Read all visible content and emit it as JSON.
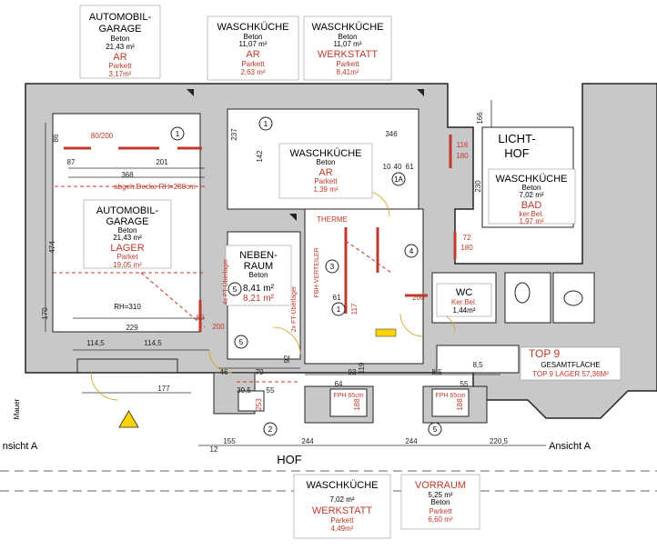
{
  "labels": {
    "auto_top": {
      "t1": "AUTOMOBIL-",
      "t2": "GARAGE",
      "m1": "Beton",
      "m2": "21,43 m²",
      "r1": "AR",
      "r2": "Parkett",
      "r3": "3,17m²"
    },
    "wk1": {
      "t1": "WASCHKÜCHE",
      "m1": "Beton",
      "m2": "11,07 m²",
      "r1": "AR",
      "r2": "Parkett",
      "r3": "2,63 m²"
    },
    "wk2": {
      "t1": "WASCHKÜCHE",
      "m1": "Beton",
      "m2": "11,07 m²",
      "r1": "WERKSTATT",
      "r2": "Parkett",
      "r3": "8,41m²"
    },
    "wk_inner": {
      "t1": "WASCHKÜCHE",
      "m1": "Beton",
      "r1": "AR",
      "r2": "Parkett",
      "r3": "1,39 m²"
    },
    "licht": {
      "t1": "LICHT-",
      "t2": "HOF"
    },
    "wk_right": {
      "t1": "WASCHKÜCHE",
      "m1": "Beton",
      "m2": "7,02 m²",
      "r1": "BAD",
      "r2": "ker.Bel.",
      "r3": "1,97 m²"
    },
    "auto_mid": {
      "t1": "AUTOMOBIL-",
      "t2": "GARAGE",
      "m1": "Beton",
      "m2": "21,43 m²",
      "r1": "LAGER",
      "r2": "Parket",
      "r3": "19,05 m²"
    },
    "neben": {
      "t1": "NEBEN-",
      "t2": "RAUM",
      "m1": "Beton",
      "r1": "8,41 m²",
      "r2": "8,21 m²"
    },
    "wc": {
      "t1": "WC",
      "m1": "Ker.Bel.",
      "m2": "1,44m²"
    },
    "top9": {
      "t1": "TOP 9",
      "m1": "GESAMTFLÄCHE",
      "r1": "TOP 9  LAGER 57,36M²"
    },
    "hof": "HOF",
    "wk_bottom": {
      "t1": "WASCHKÜCHE",
      "m1": "7,02 m²",
      "r1": "WERKSTATT",
      "r2": "Parkett",
      "r3": "4,49m²"
    },
    "vorraum": {
      "t1": "VORRAUM",
      "m1": "5,25 m²",
      "m2": "Beton",
      "r1": "Parkett",
      "r2": "6,60 m²"
    },
    "ansicht_left": "nsicht A",
    "ansicht_right": "Ansicht A",
    "mauer": "Mauer",
    "therme": "THERME",
    "fbh": "FBH-VERTEILER",
    "abgeh": "abgeh.Decke RH=280cm",
    "rh": "RH=310",
    "ft1": "4x FT-Überlager",
    "ft2": "2x FT-Überlager",
    "fph1": "FPH 65cm",
    "fph2": "FPH 65cm"
  },
  "dims": {
    "d80_200": "80/200",
    "d86": "86",
    "d87": "87",
    "d201": "201",
    "d368": "368",
    "d474": "474",
    "d229": "229",
    "d114_5": "114,5",
    "d114_5b": "114,5",
    "d177": "177",
    "d170": "170",
    "d80": "80",
    "d200": "200",
    "d46": "46",
    "d79": "79",
    "d92": "92",
    "d93": "93",
    "d119": "119",
    "d64": "64",
    "d61": "61",
    "d55": "55",
    "d8_5": "8,5",
    "d8_5b": "8,5",
    "d166": "166",
    "d116": "116",
    "d180": "180",
    "d72": "72",
    "d180b": "180",
    "d230": "230",
    "d346": "346",
    "d10": "10",
    "d40": "40",
    "d61b": "61",
    "d117": "117",
    "d200b": "200",
    "d155": "155",
    "d244": "244",
    "d244b": "244",
    "d220_5": "220,5",
    "d12": "12",
    "d253": "253",
    "d188": "188",
    "d188b": "188",
    "d142": "142",
    "d237": "237",
    "d39_5": "39,5",
    "d55b": "55"
  },
  "markers": {
    "m1": "1",
    "m1b": "1",
    "m1a": "1A",
    "m2": "2",
    "m3": "3",
    "m4": "4",
    "m5": "5",
    "m5b": "5",
    "m5c": "5",
    "m1c": "1"
  }
}
